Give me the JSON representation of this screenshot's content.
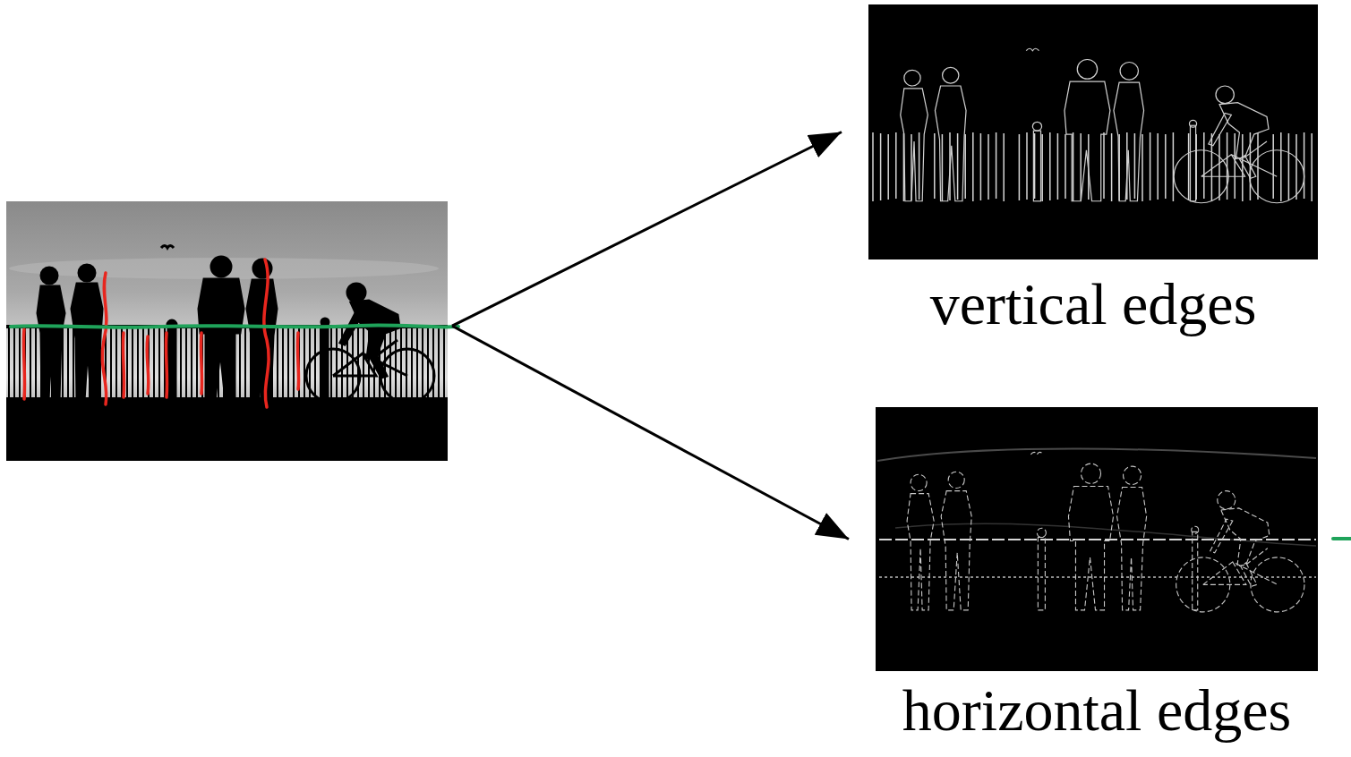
{
  "diagram": {
    "nodes": [
      {
        "text": []
      },
      {
        "text": [
          "vertical edges"
        ]
      },
      {
        "text": [
          "horizontal edges"
        ]
      }
    ],
    "edges": [
      {
        "from": 0,
        "to": 1,
        "arrow": "to"
      },
      {
        "from": 0,
        "to": 2,
        "arrow": "to"
      }
    ]
  }
}
